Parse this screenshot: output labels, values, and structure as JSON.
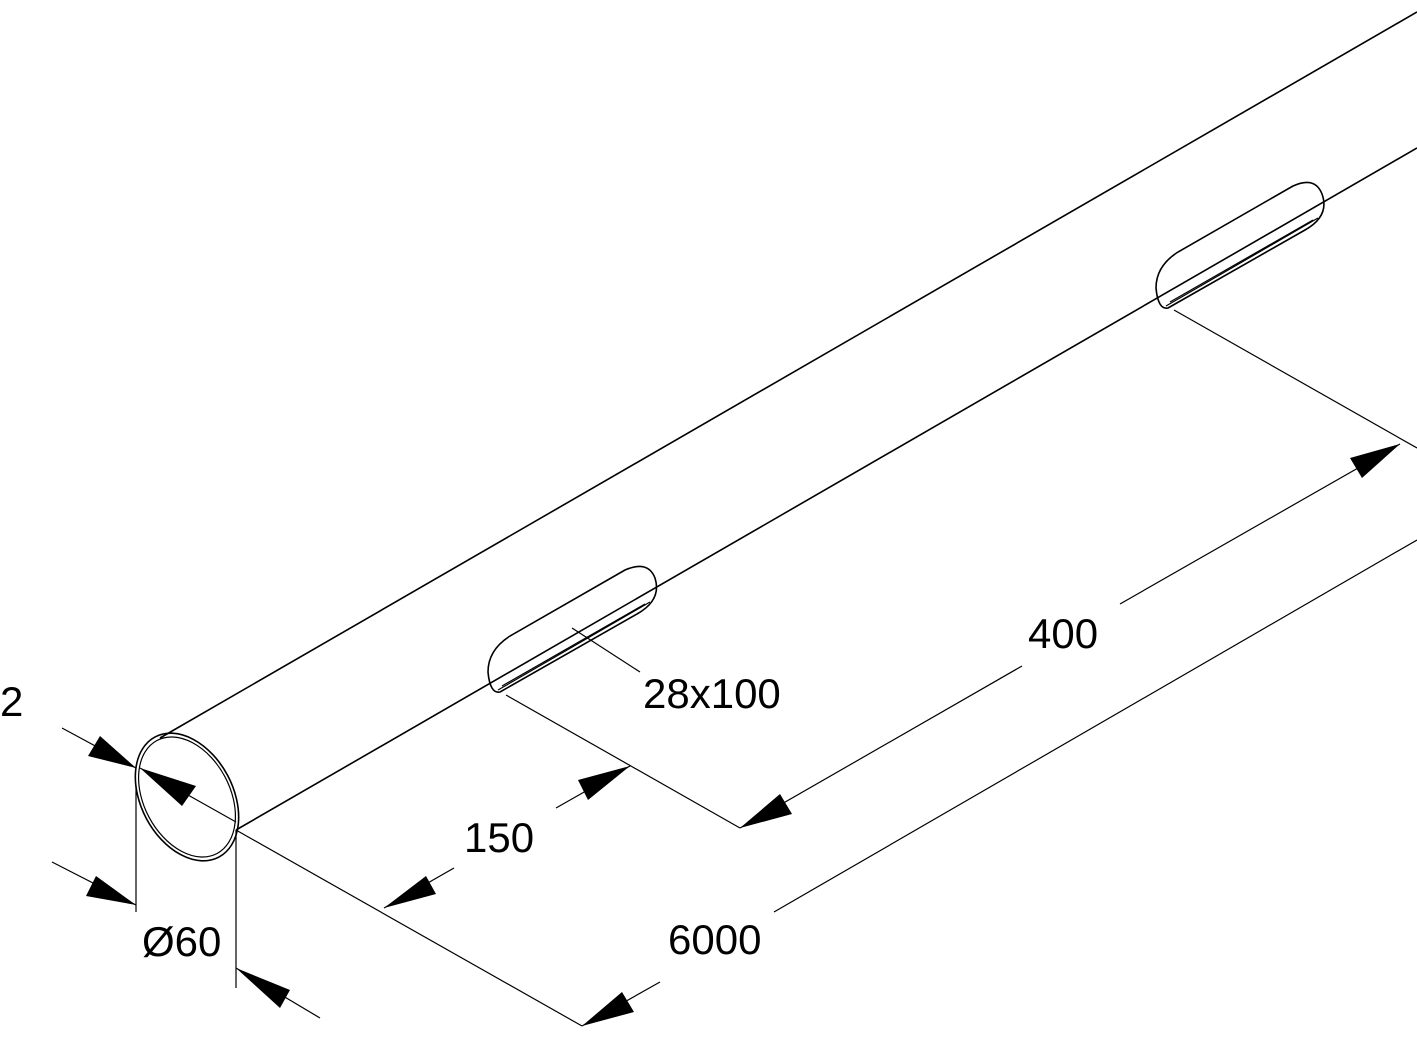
{
  "dimensions": {
    "wall_thickness": "2",
    "diameter": "Ø60",
    "slot_size": "28x100",
    "first_slot_offset": "150",
    "slot_spacing": "400",
    "total_length": "6000"
  }
}
